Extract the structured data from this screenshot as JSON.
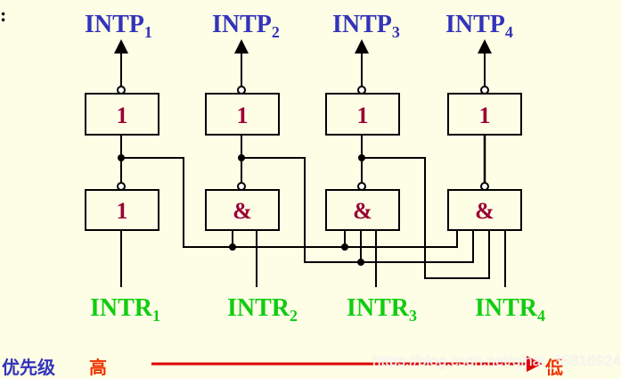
{
  "corner_mark": ":",
  "outputs": [
    {
      "base": "INTP",
      "sub": "1"
    },
    {
      "base": "INTP",
      "sub": "2"
    },
    {
      "base": "INTP",
      "sub": "3"
    },
    {
      "base": "INTP",
      "sub": "4"
    }
  ],
  "inputs": [
    {
      "base": "INTR",
      "sub": "1"
    },
    {
      "base": "INTR",
      "sub": "2"
    },
    {
      "base": "INTR",
      "sub": "3"
    },
    {
      "base": "INTR",
      "sub": "4"
    }
  ],
  "top_gates": [
    "1",
    "1",
    "1",
    "1"
  ],
  "bottom_gates": [
    "1",
    "&",
    "&",
    "&"
  ],
  "priority": {
    "label": "优先级",
    "high": "高",
    "low": "低"
  },
  "watermark": "https://blog.csdn.net/qinat_38816924",
  "colors": {
    "background": "#fefee6",
    "output_label": "#3333bb",
    "input_label": "#11cc11",
    "gate_symbol": "#990033",
    "priority_label": "#3333bb",
    "priority_arrow": "#dd0000",
    "priority_high_low": "#ee3300"
  }
}
